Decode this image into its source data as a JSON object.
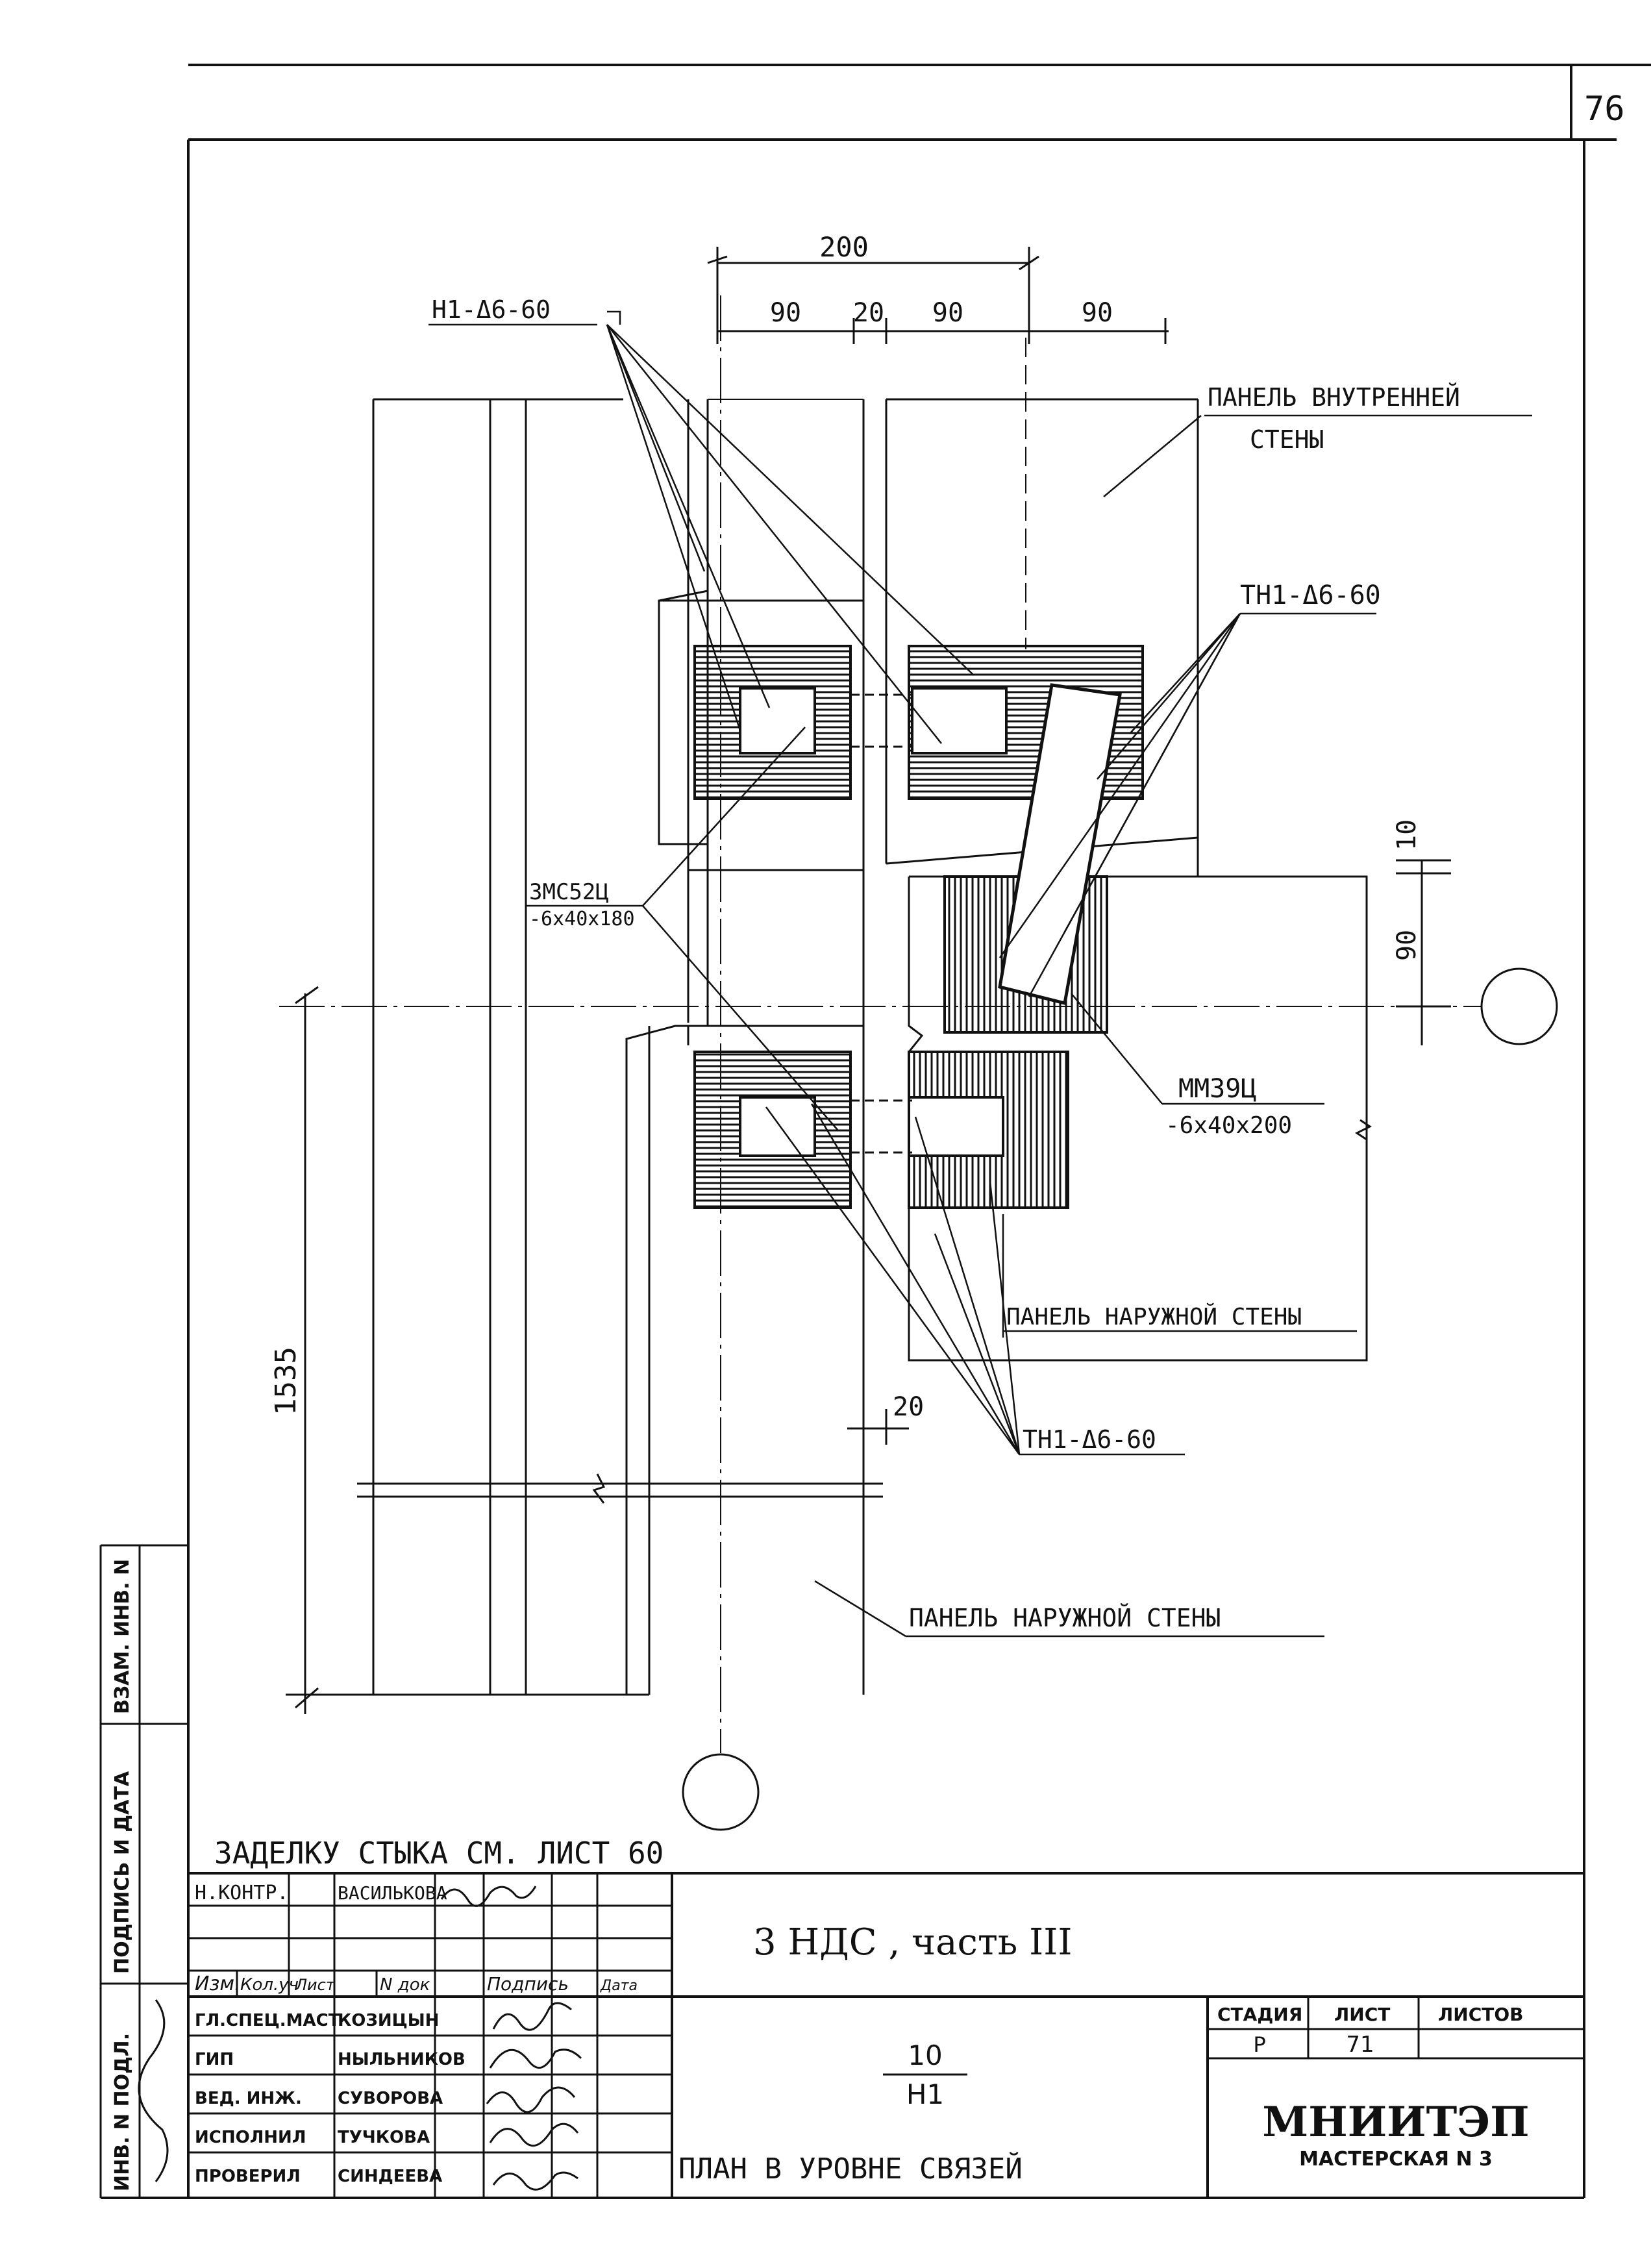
{
  "sheet_number": "76",
  "dimensions": {
    "d200": "200",
    "d90a": "90",
    "d20top": "20",
    "d90b": "90",
    "d90c": "90",
    "d10": "10",
    "d90v": "90",
    "d20mid": "20",
    "d1535": "1535"
  },
  "labels": {
    "h1_top": "Н1-Δ6-60",
    "panel_inner_1": "ПАНЕЛЬ ВНУТРЕННЕЙ",
    "panel_inner_2": "СТЕНЫ",
    "tn1_top": "ТН1-Δ6-60",
    "zmc_1": "3МС52Ц",
    "zmc_2": "-6х40х180",
    "mm_1": "ММ39Ц",
    "mm_2": "-6х40х200",
    "panel_outer_right": "ПАНЕЛЬ НАРУЖНОЙ СТЕНЫ",
    "tn1_bottom": "ТН1-Δ6-60",
    "panel_outer_bottom": "ПАНЕЛЬ НАРУЖНОЙ СТЕНЫ",
    "note": "ЗАДЕЛКУ СТЫКА СМ. ЛИСТ 60"
  },
  "side_stamp": {
    "inv_vzam": "ВЗАМ. ИНВ. N",
    "sign_date": "ПОДПИСЬ И ДАТА",
    "inv_podl": "ИНВ. N ПОДЛ."
  },
  "title_block": {
    "n_kontr_label": "Н.КОНТР.",
    "n_kontr_name": "ВАСИЛЬКОВА",
    "headers": [
      "Изм.",
      "Кол.уч",
      "Лист",
      "N док",
      "Подпись",
      "Дата"
    ],
    "roles": [
      {
        "role": "ГЛ.СПЕЦ.МАСТ",
        "name": "КОЗИЦЫН"
      },
      {
        "role": "ГИП",
        "name": "НЫЛЬНИКОВ"
      },
      {
        "role": "ВЕД. ИНЖ.",
        "name": "СУВОРОВА"
      },
      {
        "role": "ИСПОЛНИЛ",
        "name": "ТУЧКОВА"
      },
      {
        "role": "ПРОВЕРИЛ",
        "name": "СИНДЕЕВА"
      }
    ],
    "project": "3 НДС , часть III",
    "fraction_top": "10",
    "fraction_bottom": "Н1",
    "drawing_title": "ПЛАН В УРОВНЕ СВЯЗЕЙ",
    "stage_label": "СТАДИЯ",
    "sheet_label": "ЛИСТ",
    "sheets_label": "ЛИСТОВ",
    "stage_value": "Р",
    "sheet_value": "71",
    "sheets_value": "",
    "org_1": "МНИИТЭП",
    "org_2": "МАСТЕРСКАЯ N 3"
  }
}
